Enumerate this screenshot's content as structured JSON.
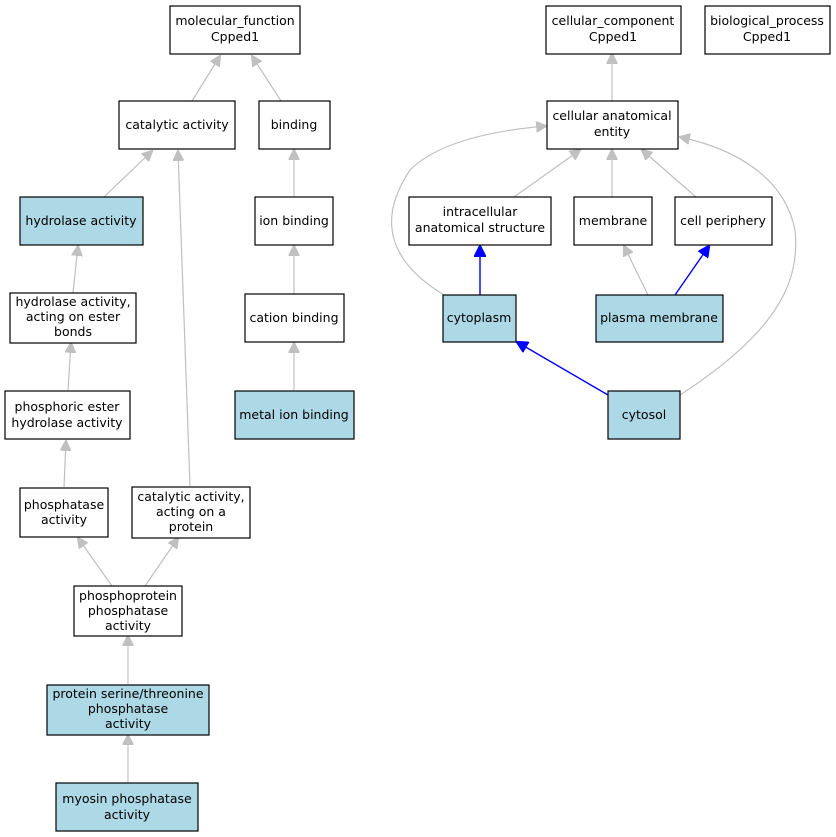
{
  "colors": {
    "highlight_fill": "#add8e6",
    "plain_fill": "#ffffff",
    "is_a_edge": "#c0c0c0",
    "part_of_edge": "#0000ff"
  },
  "nodes": {
    "molecular_function": [
      "molecular_function",
      "Cpped1"
    ],
    "cellular_component": [
      "cellular_component",
      "Cpped1"
    ],
    "biological_process": [
      "biological_process",
      "Cpped1"
    ],
    "catalytic_activity": [
      "catalytic activity"
    ],
    "binding": [
      "binding"
    ],
    "cellular_anatomical_entity": [
      "cellular anatomical",
      "entity"
    ],
    "hydrolase_activity": [
      "hydrolase activity"
    ],
    "ion_binding": [
      "ion binding"
    ],
    "intracellular_anatomical_structure": [
      "intracellular",
      "anatomical structure"
    ],
    "membrane": [
      "membrane"
    ],
    "cell_periphery": [
      "cell periphery"
    ],
    "hydrolase_activity_ester": [
      "hydrolase activity,",
      "acting on ester",
      "bonds"
    ],
    "cation_binding": [
      "cation binding"
    ],
    "cytoplasm": [
      "cytoplasm"
    ],
    "plasma_membrane": [
      "plasma membrane"
    ],
    "phosphoric_ester_hydrolase": [
      "phosphoric ester",
      "hydrolase activity"
    ],
    "metal_ion_binding": [
      "metal ion binding"
    ],
    "cytosol": [
      "cytosol"
    ],
    "phosphatase_activity": [
      "phosphatase",
      "activity"
    ],
    "catalytic_activity_protein": [
      "catalytic activity,",
      "acting on a",
      "protein"
    ],
    "phosphoprotein_phosphatase": [
      "phosphoprotein",
      "phosphatase",
      "activity"
    ],
    "protein_ser_thr_phosphatase": [
      "protein serine/threonine",
      "phosphatase",
      "activity"
    ],
    "myosin_phosphatase": [
      "myosin phosphatase",
      "activity"
    ]
  }
}
